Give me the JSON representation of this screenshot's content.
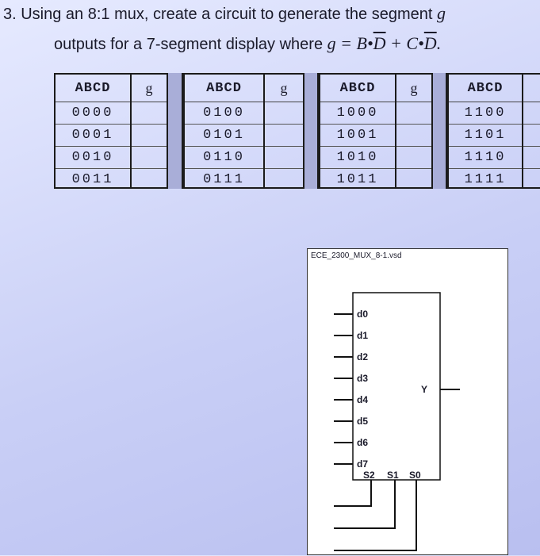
{
  "question": {
    "line1": "3. Using an 8:1 mux, create a circuit to generate the segment",
    "line1_var": "g",
    "line2": "outputs for a 7-segment display where",
    "equation": {
      "lhs": "g",
      "eq": "=",
      "t1a": "B",
      "dot1": "•",
      "t1b": "D",
      "plus": "+",
      "t2a": "C",
      "dot2": "•",
      "t2b": "D",
      "end": "."
    }
  },
  "truth_table": {
    "header": "ABCD",
    "g_header": "g",
    "groups": [
      [
        "0000",
        "0001",
        "0010",
        "0011"
      ],
      [
        "0100",
        "0101",
        "0110",
        "0111"
      ],
      [
        "1000",
        "1001",
        "1010",
        "1011"
      ],
      [
        "1100",
        "1101",
        "1110",
        "1111"
      ]
    ]
  },
  "mux": {
    "filename": "ECE_2300_MUX_8-1.vsd",
    "inputs": [
      "d0",
      "d1",
      "d2",
      "d3",
      "d4",
      "d5",
      "d6",
      "d7"
    ],
    "output": "Y",
    "selects": [
      "S2",
      "S1",
      "S0"
    ]
  }
}
